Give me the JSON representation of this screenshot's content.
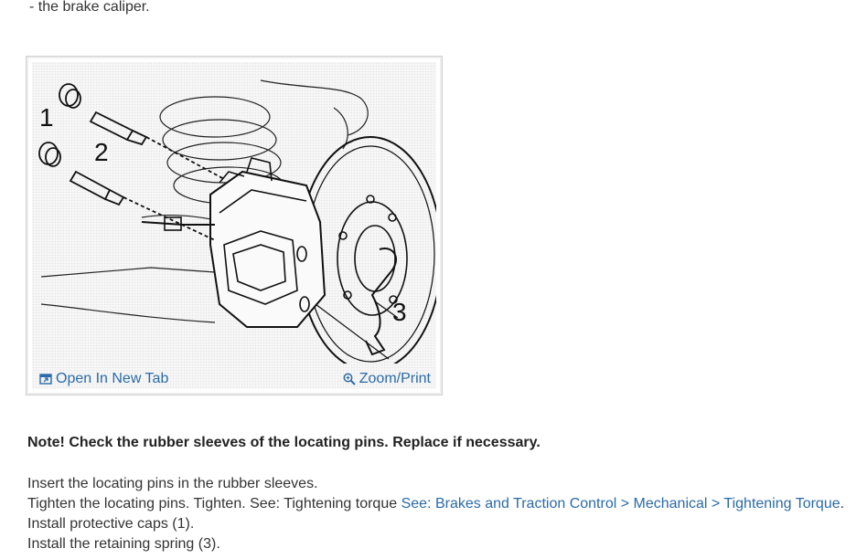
{
  "top_text": "-  the brake caliper.",
  "figure": {
    "callouts": [
      "1",
      "2",
      "3"
    ],
    "open_tab_label": "Open In New Tab",
    "zoom_label": "Zoom/Print",
    "link_color": "#2a6aa8",
    "icons": [
      "open-tab-icon",
      "magnifier-icon"
    ]
  },
  "note": "Note! Check the rubber sleeves of the locating pins. Replace if necessary.",
  "steps": {
    "step1": "Insert the locating pins in the rubber sleeves.",
    "step2_text": "Tighten the locating pins. Tighten. See: Tightening torque ",
    "step2_see": "See:",
    "step2_link1": "Brakes and Traction Control",
    "step2_sep1": " > ",
    "step2_link2": "Mechanical",
    "step2_sep2": " > ",
    "step2_link3": "Tightening Torque",
    "step2_end": ".",
    "step3": "Install protective caps (1).",
    "step4": "Install the retaining spring (3)."
  }
}
